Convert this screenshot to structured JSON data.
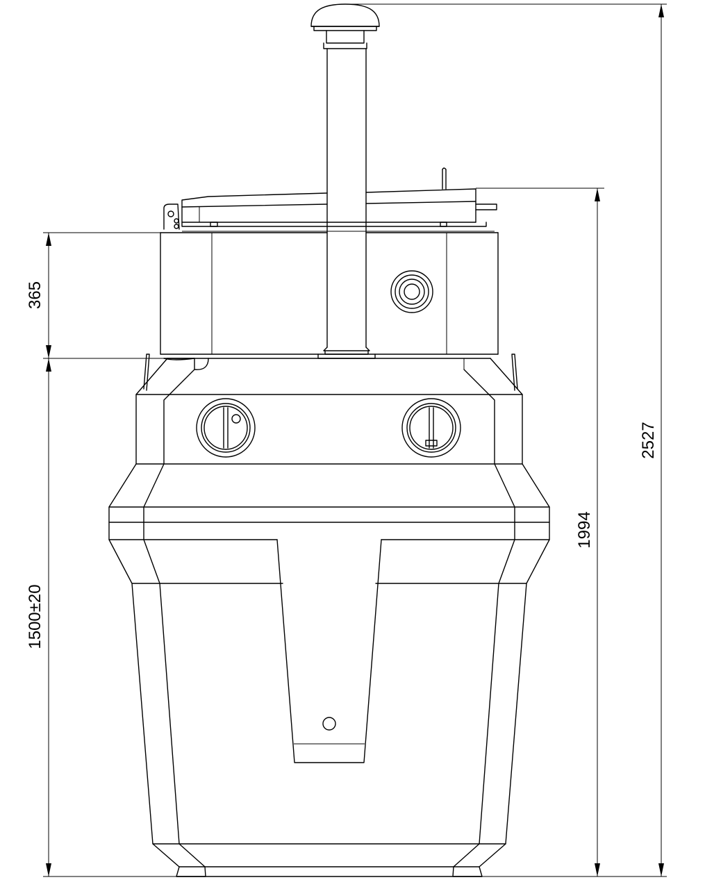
{
  "dimensions": {
    "d365": "365",
    "d1500": "1500±20",
    "d1994": "1994",
    "d2527": "2527"
  }
}
